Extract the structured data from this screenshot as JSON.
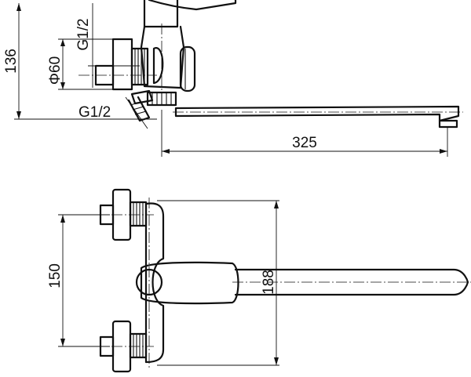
{
  "views": {
    "side": {
      "dimensions": {
        "height": "136",
        "diameter": "Φ60",
        "thread_top": "G1/2",
        "thread_bottom": "G1/2",
        "spout_length": "325"
      }
    },
    "top": {
      "dimensions": {
        "inlet_spacing": "150",
        "body_width": "188"
      }
    }
  }
}
